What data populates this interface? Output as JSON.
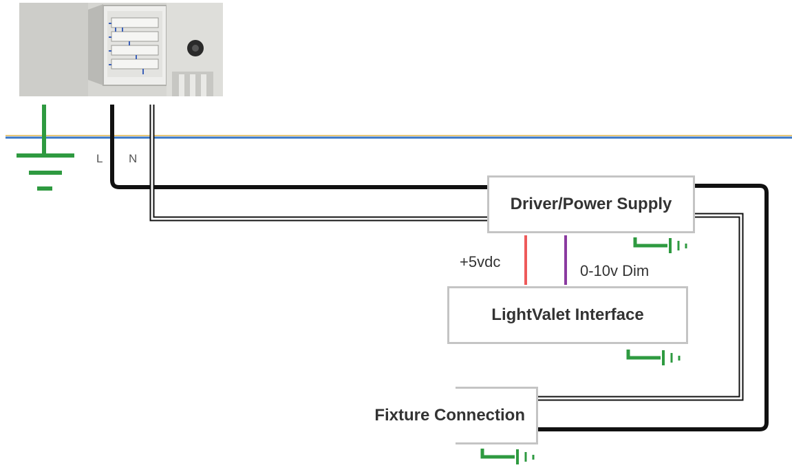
{
  "labels": {
    "live": "L",
    "neutral": "N",
    "plus5vdc": "+5vdc",
    "dim": "0-10v Dim"
  },
  "boxes": {
    "driver": "Driver/Power Supply",
    "interface": "LightValet Interface",
    "fixture": "Fixture Connection"
  },
  "colors": {
    "ground": "#2e9a40",
    "live_wire": "#111111",
    "neutral_wire": "#111111",
    "plus5vdc_wire": "#ee5a5a",
    "dim_wire": "#8a3aa0",
    "mains_line_top": "#e8c878",
    "mains_line_bottom": "#3a78c8",
    "box_border": "#c4c4c4"
  },
  "photo": {
    "subject": "electrical-panel-photo"
  }
}
